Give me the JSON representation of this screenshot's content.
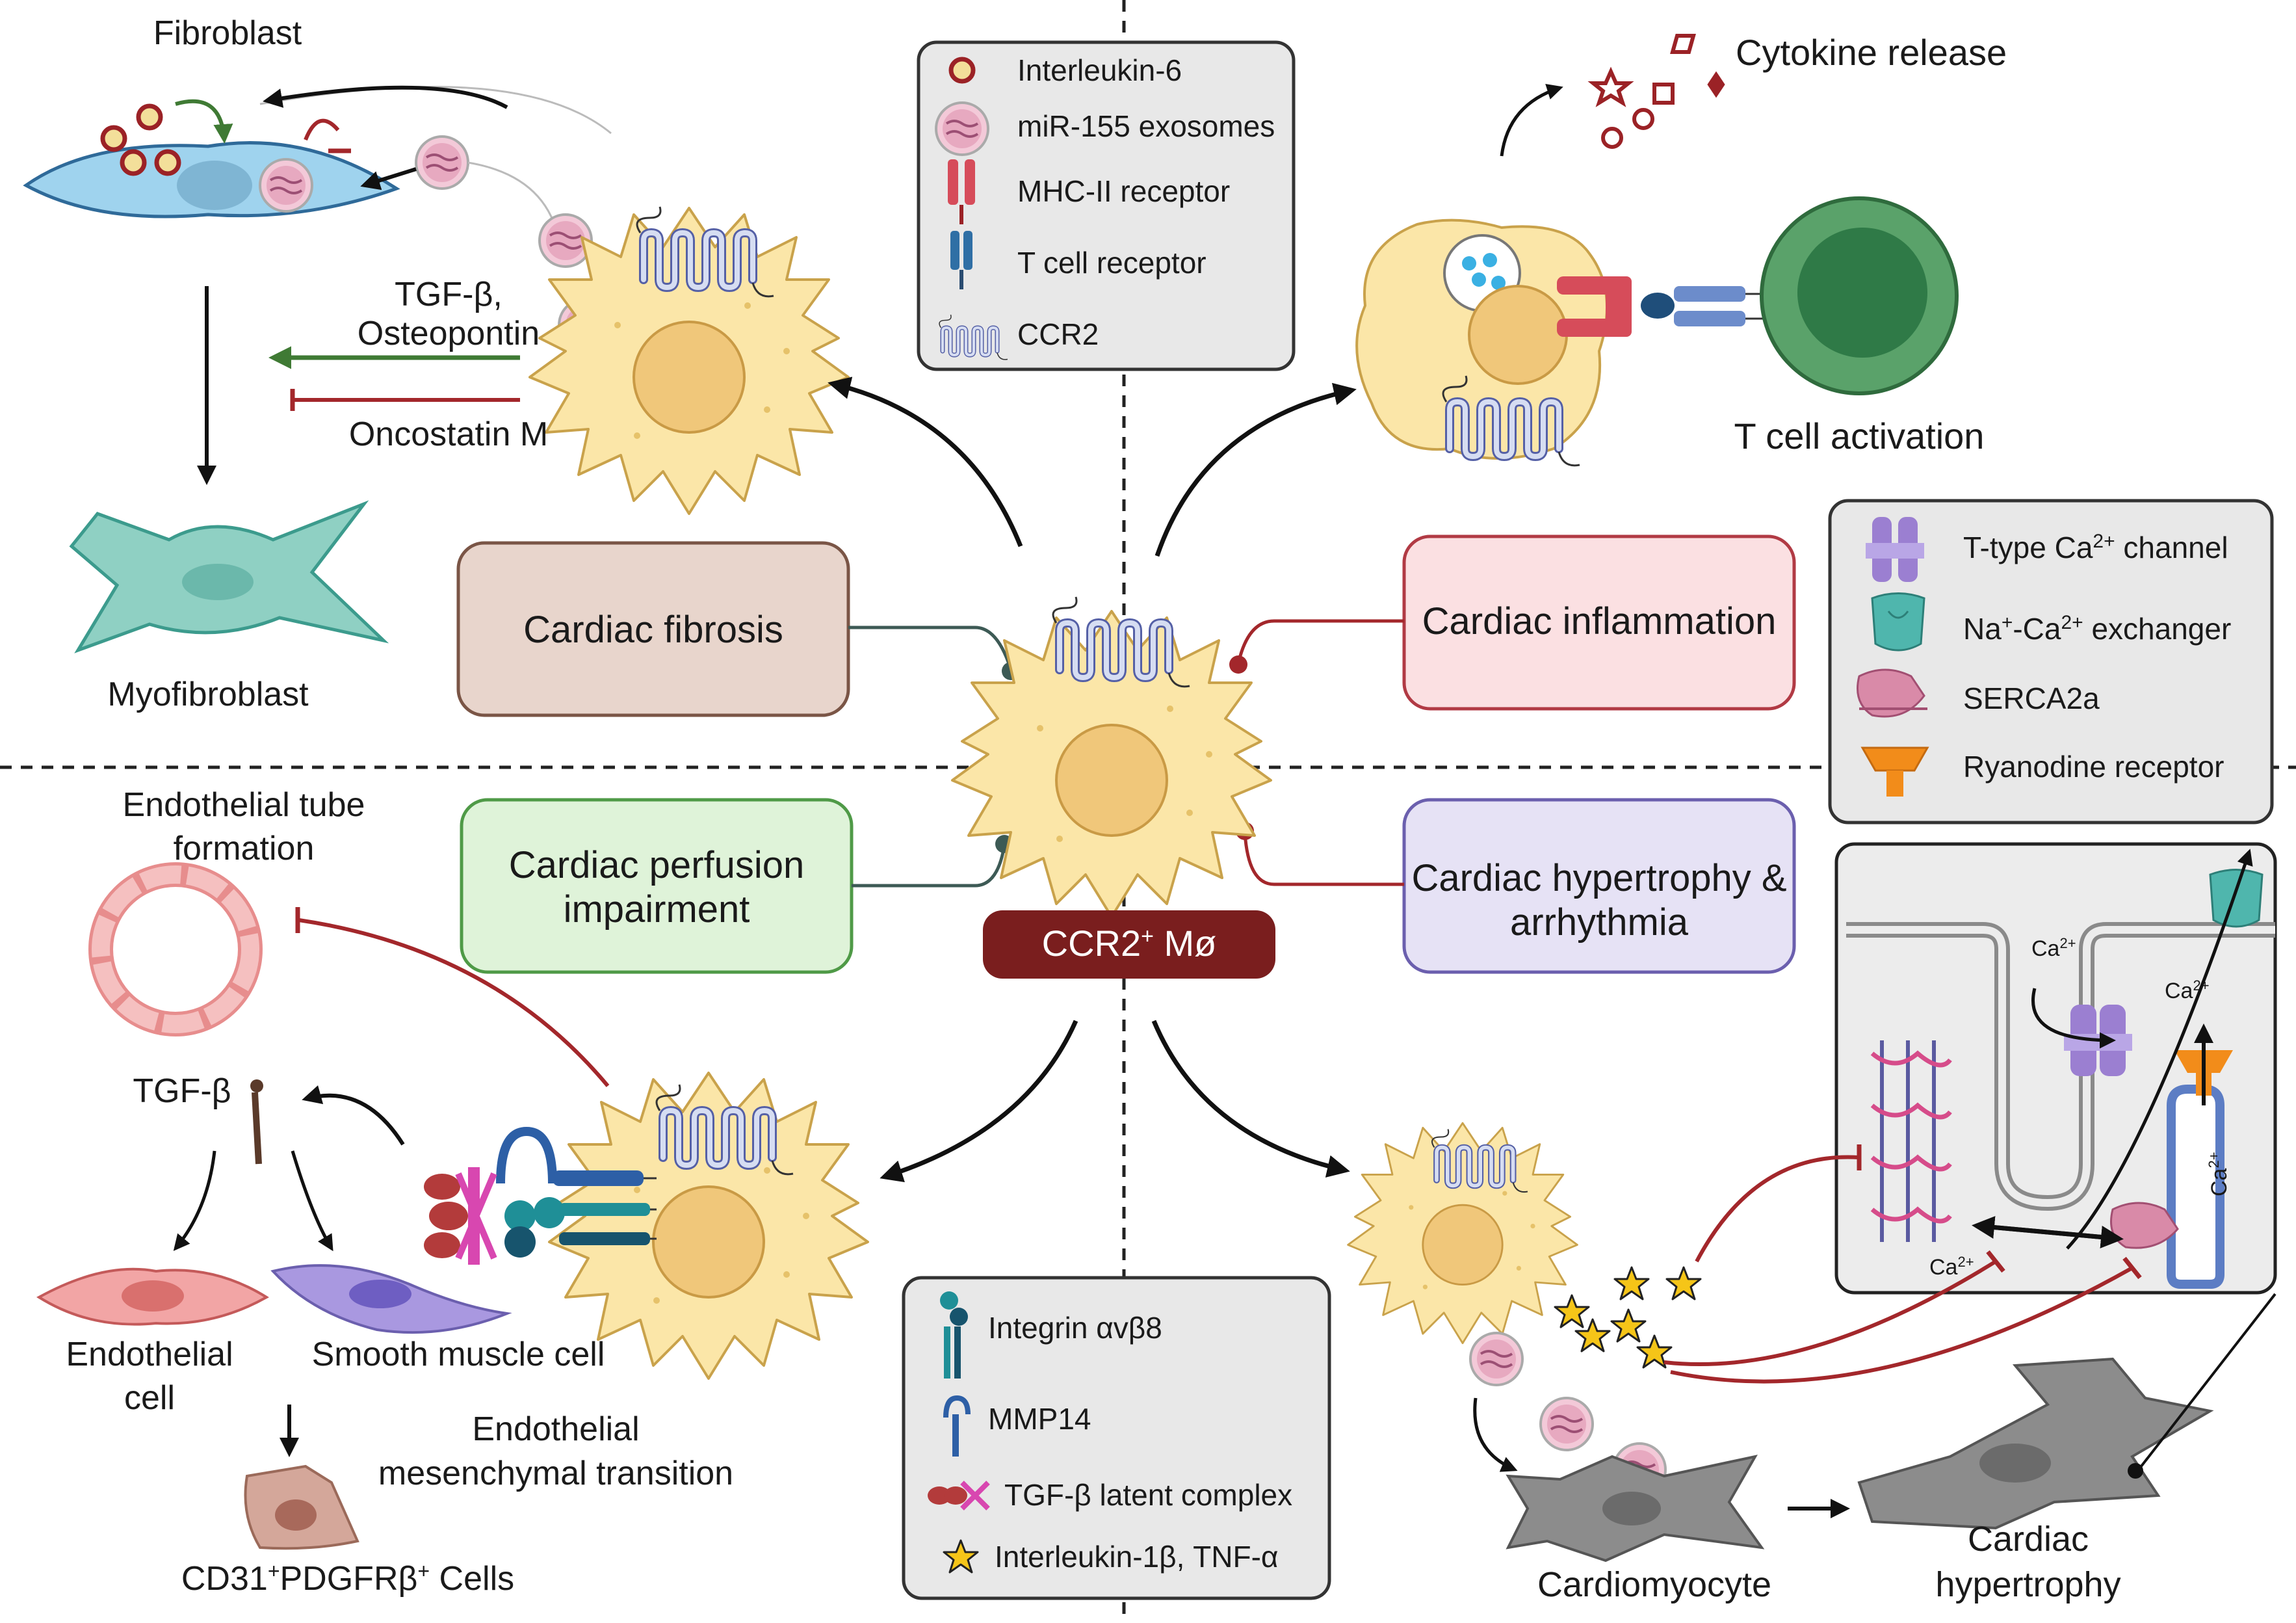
{
  "quadrants": {
    "fibrosis": {
      "fibroblast_label": "Fibroblast",
      "myofibroblast_label": "Myofibroblast",
      "tgf_line1": "TGF-β,",
      "tgf_line2": "Osteopontin",
      "oncostatin": "Oncostatin M"
    },
    "inflammation": {
      "cytokine_release": "Cytokine release",
      "tcell_activation": "T cell activation"
    },
    "perfusion": {
      "tube_line1": "Endothelial tube",
      "tube_line2": "formation",
      "tgfb": "TGF-β",
      "endothelial_line1": "Endothelial",
      "endothelial_line2": "cell",
      "smooth_muscle": "Smooth muscle cell",
      "endmt_line1": "Endothelial",
      "endmt_line2": "mesenchymal transition",
      "cd31_main": "CD31",
      "cd31_sup1": "+",
      "cd31_mid": "PDGFRβ",
      "cd31_sup2": "+",
      "cd31_tail": " Cells"
    },
    "hypertrophy": {
      "cardiomyocyte": "Cardiomyocyte",
      "hyper_line1": "Cardiac",
      "hyper_line2": "hypertrophy",
      "ca": "Ca",
      "ca_sup": "2+"
    }
  },
  "center": {
    "macrophage_main": "CCR2",
    "macrophage_sup": "+",
    "macrophage_tail": " Mø",
    "boxes": {
      "fibrosis": "Cardiac fibrosis",
      "inflammation": "Cardiac inflammation",
      "perfusion_line1": "Cardiac perfusion",
      "perfusion_line2": "impairment",
      "hypertrophy_line1": "Cardiac hypertrophy &",
      "hypertrophy_line2": "arrhythmia"
    }
  },
  "legend_top": {
    "items": [
      "Interleukin-6",
      "miR-155 exosomes",
      "MHC-II receptor",
      "T cell receptor",
      "CCR2"
    ]
  },
  "legend_right": {
    "ttype_pre": "T-type Ca",
    "ttype_sup": "2+",
    "ttype_post": " channel",
    "nca_na": "Na",
    "nca_sup1": "+",
    "nca_mid": "-Ca",
    "nca_sup2": "2+",
    "nca_post": " exchanger",
    "serca": "SERCA2a",
    "ryr": "Ryanodine receptor"
  },
  "legend_bottom": {
    "items": [
      "Integrin αvβ8",
      "MMP14",
      "TGF-β latent complex",
      "Interleukin-1β, TNF-α"
    ]
  },
  "colors": {
    "fibrosis_fill": "#e8d5cc",
    "fibrosis_stroke": "#7a5546",
    "inflammation_fill": "#fbe0e2",
    "inflammation_stroke": "#b13a44",
    "perfusion_fill": "#dff3d9",
    "perfusion_stroke": "#4f9a47",
    "hypertrophy_fill": "#e6e2f5",
    "hypertrophy_stroke": "#6b5fae",
    "macrophage_label": "#7a1e1e",
    "macrophage_body": "#fbe6a8",
    "nucleus": "#f0c77a",
    "legend_fill": "#e8e8e8",
    "green_arrow": "#3f7a34",
    "red_inhibit": "#a3272b"
  }
}
